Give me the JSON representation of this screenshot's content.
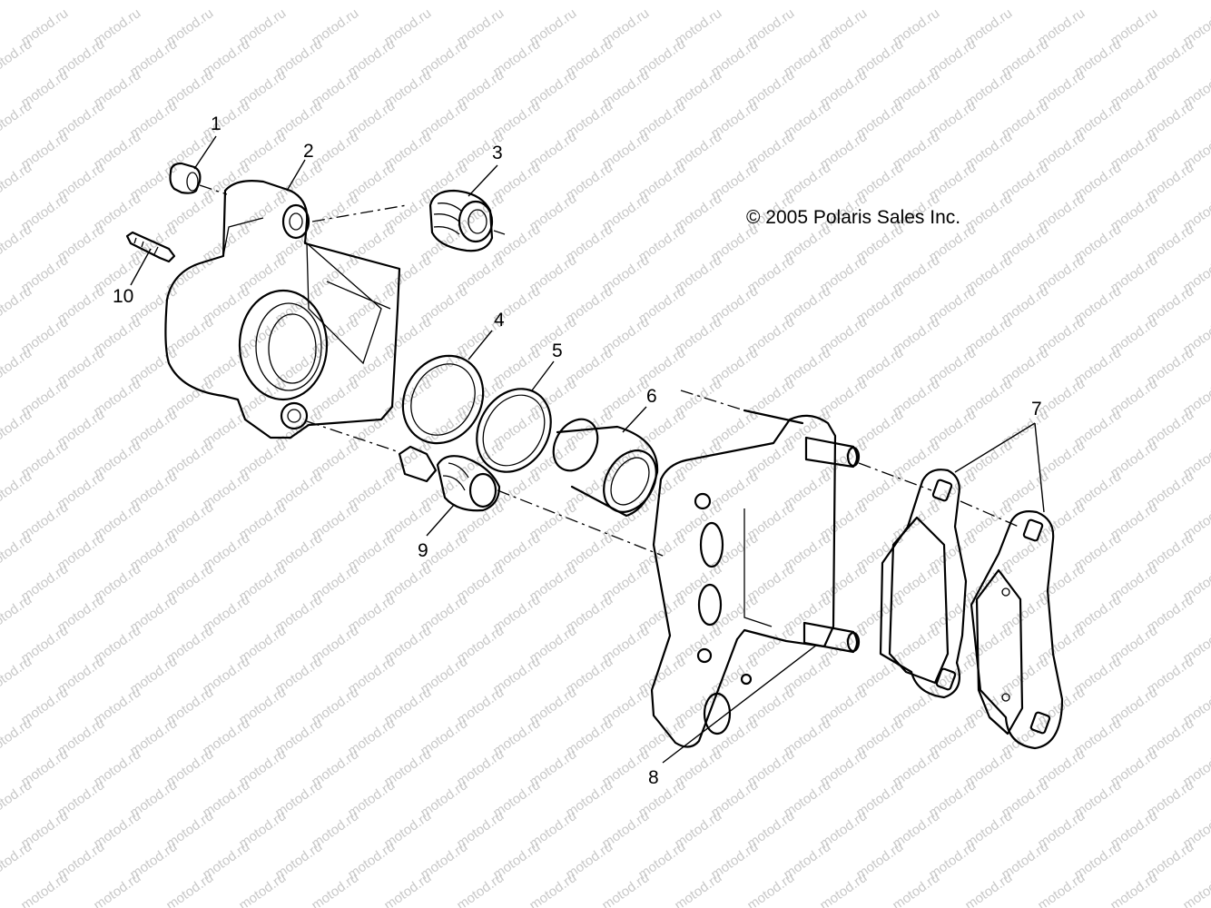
{
  "copyright": "© 2005 Polaris Sales Inc.",
  "watermark": "motod.ru",
  "callouts": [
    {
      "label": "1"
    },
    {
      "label": "2"
    },
    {
      "label": "3"
    },
    {
      "label": "4"
    },
    {
      "label": "5"
    },
    {
      "label": "6"
    },
    {
      "label": "7"
    },
    {
      "label": "8"
    },
    {
      "label": "9"
    },
    {
      "label": "10"
    }
  ]
}
